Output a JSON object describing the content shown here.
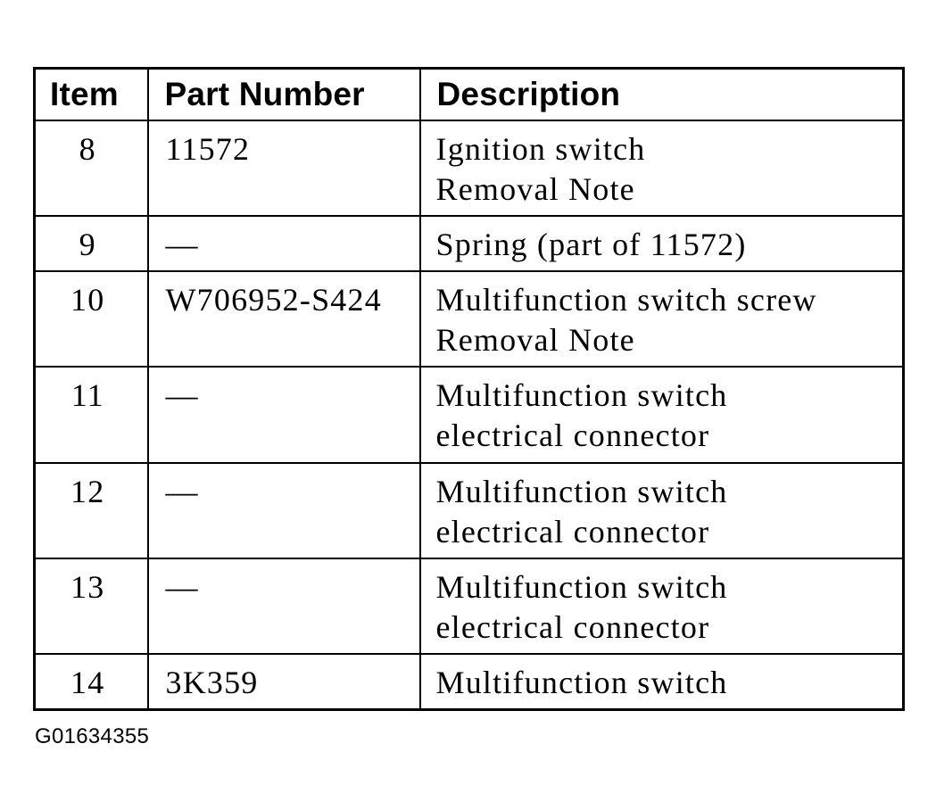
{
  "table": {
    "headers": {
      "item": "Item",
      "part_number": "Part Number",
      "description": "Description"
    },
    "rows": [
      {
        "item": "8",
        "part_number": "11572",
        "description": [
          "Ignition switch",
          "Removal Note"
        ]
      },
      {
        "item": "9",
        "part_number": "—",
        "description": [
          "Spring (part of 11572)"
        ]
      },
      {
        "item": "10",
        "part_number": "W706952-S424",
        "description": [
          "Multifunction switch screw",
          "Removal Note"
        ]
      },
      {
        "item": "11",
        "part_number": "—",
        "description": [
          "Multifunction switch",
          "electrical connector"
        ]
      },
      {
        "item": "12",
        "part_number": "—",
        "description": [
          "Multifunction switch",
          "electrical connector"
        ]
      },
      {
        "item": "13",
        "part_number": "—",
        "description": [
          "Multifunction switch",
          "electrical connector"
        ]
      },
      {
        "item": "14",
        "part_number": "3K359",
        "description": [
          "Multifunction switch"
        ]
      }
    ]
  },
  "figure_id": "G01634355"
}
